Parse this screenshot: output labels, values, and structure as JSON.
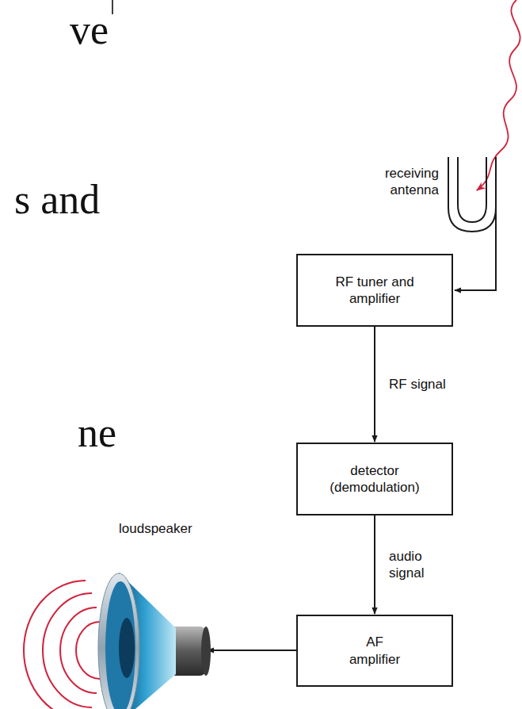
{
  "diagram": {
    "nodes": [
      {
        "text": [
          "RF tuner and amplifier"
        ]
      },
      {
        "text": [
          "detector (demodulation)"
        ]
      },
      {
        "text": [
          "AF amplifier"
        ]
      }
    ],
    "edges": [
      {
        "from": 0,
        "to": 1,
        "arrow": "to",
        "label": "RF signal"
      },
      {
        "from": 1,
        "to": 2,
        "arrow": "to",
        "label": "audio signal"
      }
    ],
    "labels": [
      "ve",
      "s and",
      "ne",
      "receiving antenna",
      "loudspeaker"
    ]
  }
}
